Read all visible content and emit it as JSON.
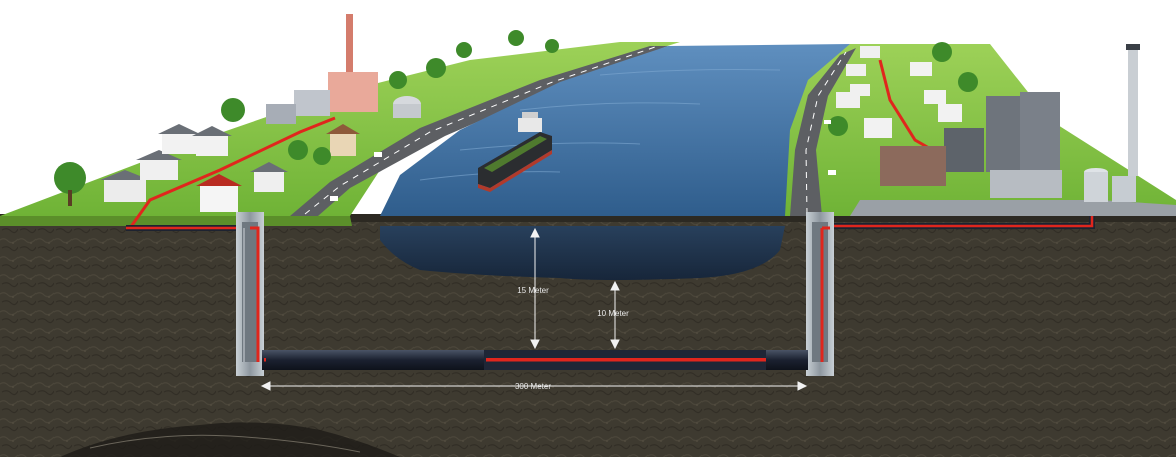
{
  "dimensions": {
    "depth_river": "15 Meter",
    "depth_pipe": "10 Meter",
    "tunnel_length": "300 Meter"
  },
  "colors": {
    "grass": "#7fc241",
    "grass_dark": "#5fa22d",
    "soil": "#3f3a30",
    "soil_dark": "#2a2620",
    "water": "#3c6c9e",
    "water_deep": "#1f2f44",
    "pipe_red": "#e0261d",
    "pipe_dark": "#1d2331",
    "road": "#5d5f63",
    "shaft": "#a8b0b8"
  },
  "icons": {
    "ship": "cargo-ship-icon",
    "factory": "power-plant-icon",
    "house": "house-icon",
    "tree": "tree-icon",
    "car": "car-icon",
    "tank": "storage-tank-icon"
  }
}
